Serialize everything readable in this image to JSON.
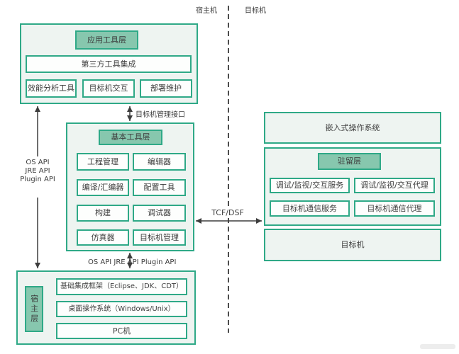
{
  "colors": {
    "accent_green": "#2fa987",
    "header_fill": "#87c7ae",
    "container_fill": "#eef4f1",
    "text": "#3d3d3d",
    "dashed_line": "#4d4d4d"
  },
  "region_labels": {
    "host": "宿主机",
    "target": "目标机"
  },
  "host_side": {
    "app_tools": {
      "header": "应用工具层",
      "integration": "第三方工具集成",
      "tools": [
        "效能分析工具",
        "目标机交互",
        "部署维护"
      ]
    },
    "basic_tools": {
      "header": "基本工具层",
      "items": [
        "工程管理",
        "编辑器",
        "编译/汇编器",
        "配置工具",
        "构建",
        "调试器",
        "仿真器",
        "目标机管理"
      ]
    },
    "host_layer": {
      "side_label": "宿主层",
      "items": [
        "基础集成框架（Eclipse、JDK、CDT）",
        "桌面操作系统（Windows/Unix）",
        "PC机"
      ]
    }
  },
  "target_side": {
    "embedded_os": "嵌入式操作系统",
    "resident_layer": {
      "header": "驻留层",
      "items": [
        "调试/监视/交互服务",
        "调试/监视/交互代理",
        "目标机通信服务",
        "目标机通信代理"
      ]
    },
    "target_machine": "目标机"
  },
  "connectors": {
    "api_stack": {
      "line1": "OS API",
      "line2": "JRE API",
      "line3": "Plugin API"
    },
    "mgmt_interface": "目标机管理接口",
    "api_inline": "OS API JRE API Plugin API",
    "protocol": "TCF/DSF"
  }
}
